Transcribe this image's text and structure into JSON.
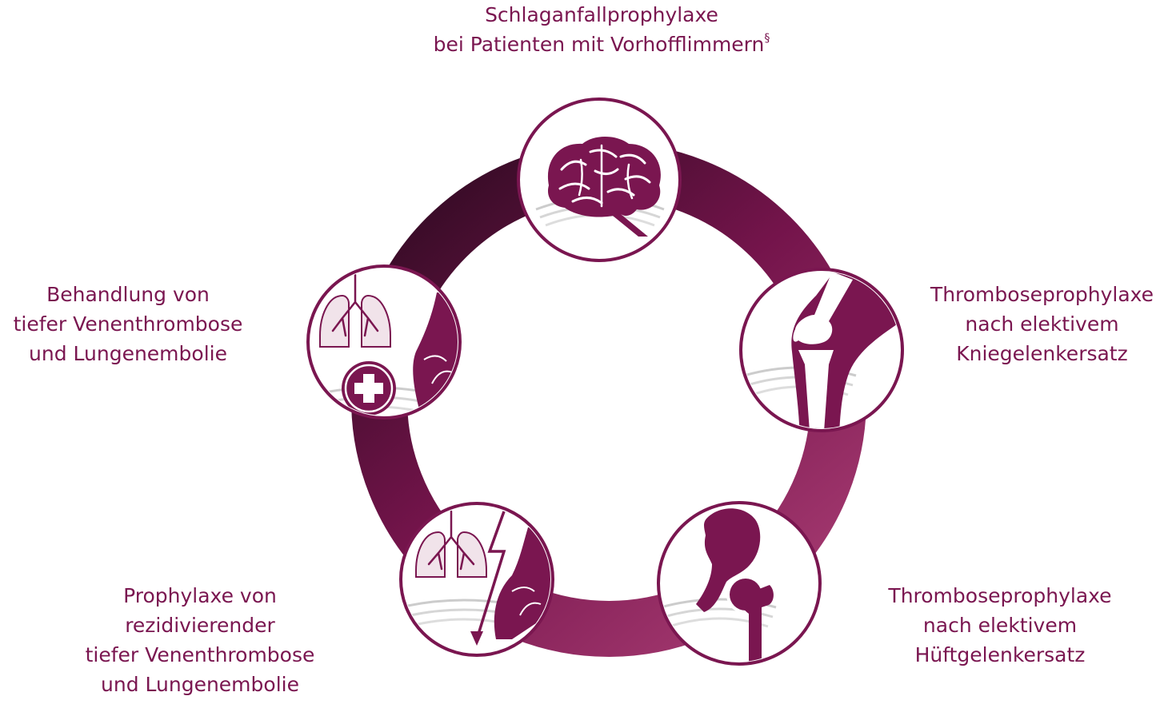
{
  "colors": {
    "ring_light": "#962a62",
    "ring_mid": "#7a1650",
    "ring_dark": "#3a0c28",
    "text": "#7a1650",
    "icon_fill": "#7a1650",
    "lung_fill": "#f1e3ea",
    "shadow": "#c9c9c9"
  },
  "indications": {
    "top": {
      "icon": "brain-icon",
      "line1": "Schlaganfallprophylaxe",
      "line2": "bei Patienten mit Vorhofflimmern",
      "footnote": "§"
    },
    "right": {
      "icon": "knee-joint-icon",
      "line1": "Thromboseprophylaxe",
      "line2": "nach elektivem",
      "line3": "Kniegelenkersatz"
    },
    "bottom_right": {
      "icon": "hip-joint-icon",
      "line1": "Thromboseprophylaxe",
      "line2": "nach elektivem",
      "line3": "Hüftgelenkersatz"
    },
    "bottom_left": {
      "icon": "lungs-lightning-leg-icon",
      "line1": "Prophylaxe von",
      "line2": "rezidivierender",
      "line3": "tiefer Venenthrombose",
      "line4": "und Lungenembolie"
    },
    "left": {
      "icon": "lungs-leg-cross-icon",
      "line1": "Behandlung von",
      "line2": "tiefer Venenthrombose",
      "line3": "und Lungenembolie"
    }
  }
}
